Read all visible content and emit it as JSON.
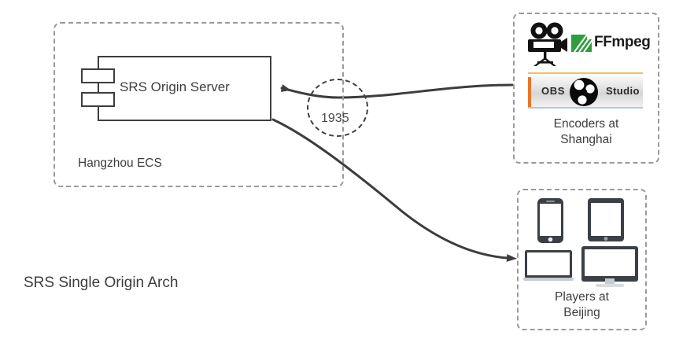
{
  "diagram": {
    "title": "SRS Single Origin Arch",
    "background_color": "#ffffff",
    "text_color": "#3d3d3d",
    "dashed_zone_color": "#9a9a9a",
    "solid_stroke_color": "#3d3d3d"
  },
  "ecs_zone": {
    "label": "Hangzhou ECS",
    "component": {
      "label": "SRS Origin Server",
      "shape": "uml-component"
    }
  },
  "port": {
    "label": "1935",
    "shape": "dashed-circle"
  },
  "encoders_zone": {
    "label": "Encoders at Shanghai",
    "label_line_1": "Encoders at",
    "label_line_2": "Shanghai",
    "items": [
      {
        "name": "movie-camera-icon",
        "label": ""
      },
      {
        "name": "ffmpeg-logo",
        "label": "FFmpeg",
        "mark_color": "#2e9e3e"
      },
      {
        "name": "obs-studio-logo",
        "label_left": "OBS",
        "label_right": "Studio",
        "accent_color": "#e8762a"
      }
    ]
  },
  "players_zone": {
    "label": "Players at Beijing",
    "label_line_1": "Players at",
    "label_line_2": "Beijing",
    "devices": [
      "phone-icon",
      "tablet-icon",
      "laptop-icon",
      "desktop-monitor-icon"
    ]
  },
  "connections": [
    {
      "name": "encoders-to-origin",
      "from": "Encoders at Shanghai",
      "to": "SRS Origin Server",
      "port": "1935",
      "direction": "inbound-publish"
    },
    {
      "name": "origin-to-players",
      "from": "SRS Origin Server",
      "to": "Players at Beijing",
      "port": "1935",
      "direction": "outbound-play"
    }
  ]
}
